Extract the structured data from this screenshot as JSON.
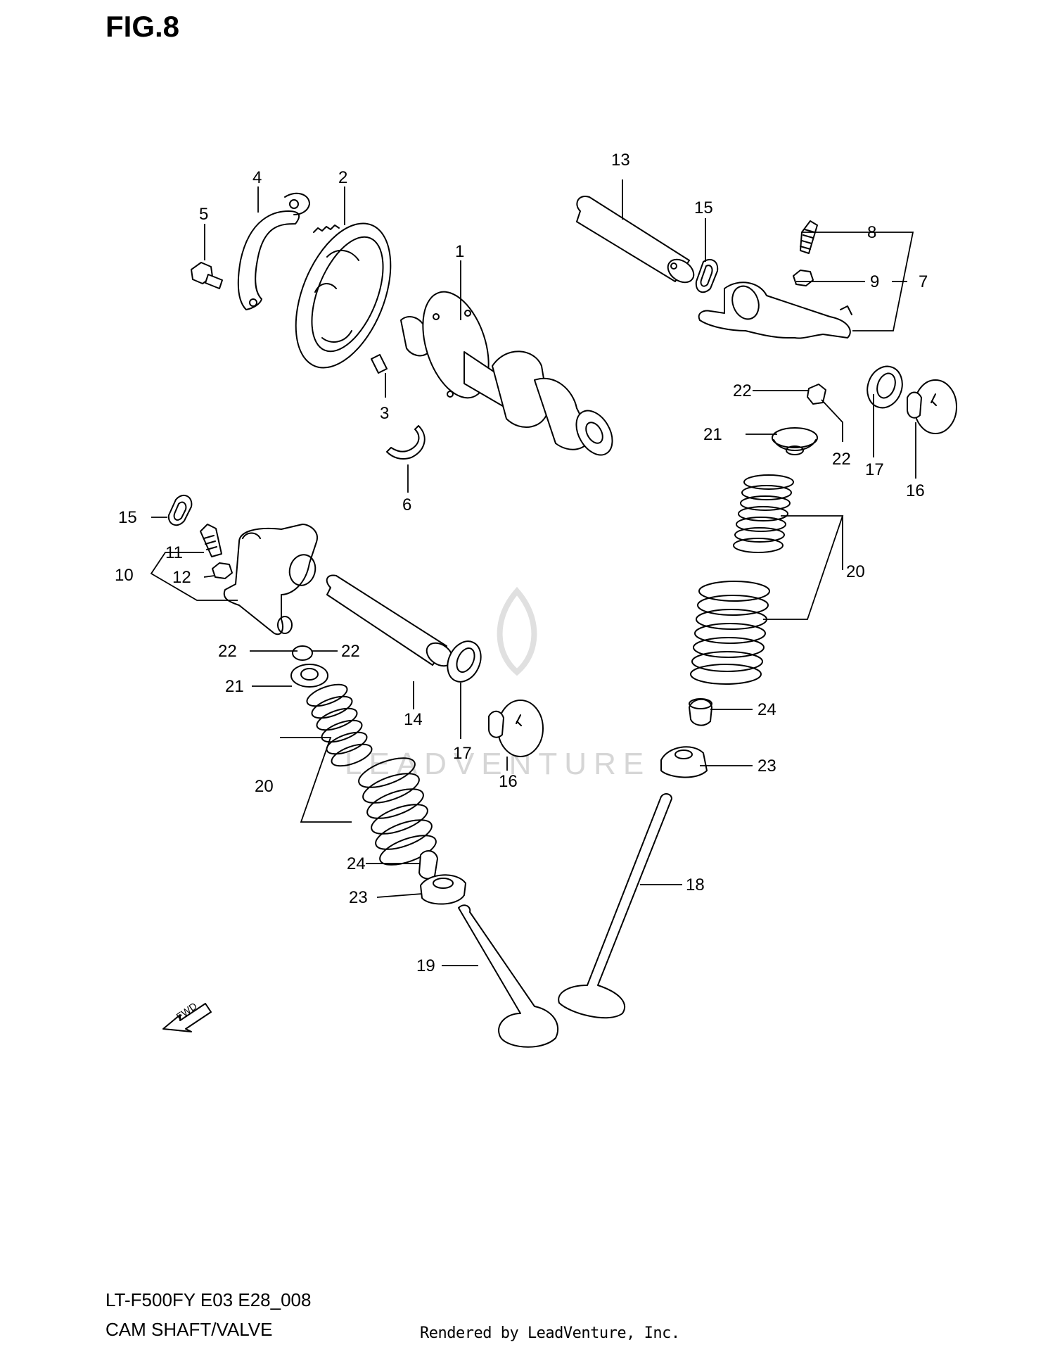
{
  "figure_title": "FIG.8",
  "model_code": "LT-F500FY E03 E28_008",
  "section_name": "CAM SHAFT/VALVE",
  "credit": "Rendered by LeadVenture, Inc.",
  "watermark": "LEADVENTURE",
  "fwd_label": "FWD",
  "callouts": {
    "c1": "1",
    "c2": "2",
    "c3": "3",
    "c4": "4",
    "c5": "5",
    "c6": "6",
    "c7": "7",
    "c8": "8",
    "c9": "9",
    "c10": "10",
    "c11": "11",
    "c12": "12",
    "c13": "13",
    "c14": "14",
    "c15a": "15",
    "c15b": "15",
    "c16a": "16",
    "c16b": "16",
    "c17a": "17",
    "c17b": "17",
    "c18": "18",
    "c19": "19",
    "c20a": "20",
    "c20b": "20",
    "c21a": "21",
    "c21b": "21",
    "c22a": "22",
    "c22b": "22",
    "c22c": "22",
    "c22d": "22",
    "c23a": "23",
    "c23b": "23",
    "c24a": "24",
    "c24b": "24"
  }
}
